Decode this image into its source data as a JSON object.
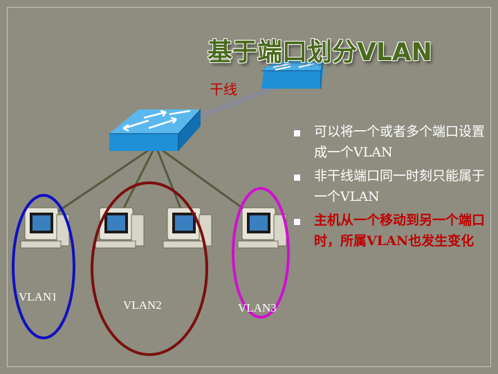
{
  "title": "基于端口划分VLAN",
  "trunk_label": "干线",
  "vlans": [
    "VLAN1",
    "VLAN2",
    "VLAN3"
  ],
  "bullets": [
    "可以将一个或者多个端口设置成一个VLAN",
    "非干线端口同一时刻只能属于一个VLAN",
    "主机从一个移动到另一个端口时，所属VLAN也发生变化"
  ],
  "colors": {
    "background": "#8e8d80",
    "title": "#4a6a1c",
    "highlight": "#c00000",
    "vlan1_ellipse": "#1010c0",
    "vlan2_ellipse": "#7a0f0f",
    "vlan3_ellipse": "#d010d0",
    "switch": "#1f8fd6"
  }
}
